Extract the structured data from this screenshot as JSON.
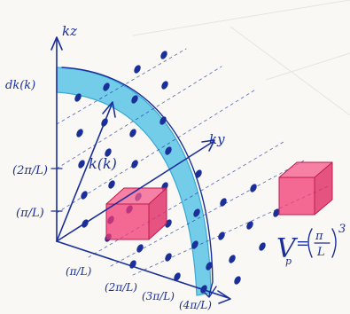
{
  "axes": {
    "kz_label": "kz",
    "ky_label": "ky",
    "dk_label": "dk(k)"
  },
  "vector": {
    "label": "k(k)"
  },
  "kz_ticks": [
    "(2π/L)",
    "(π/L)"
  ],
  "kx_ticks": [
    "(π/L)",
    "(2π/L)",
    "(3π/L)",
    "(4π/L)"
  ],
  "volume": {
    "prefix": "V",
    "subscript": "p",
    "numerator": "π",
    "denominator": "L",
    "exponent": "3"
  },
  "colors": {
    "ink": "#1b2f9a",
    "shell": "#5cc6e6",
    "cube": "#f03a74",
    "paper": "#f9f8f4"
  }
}
